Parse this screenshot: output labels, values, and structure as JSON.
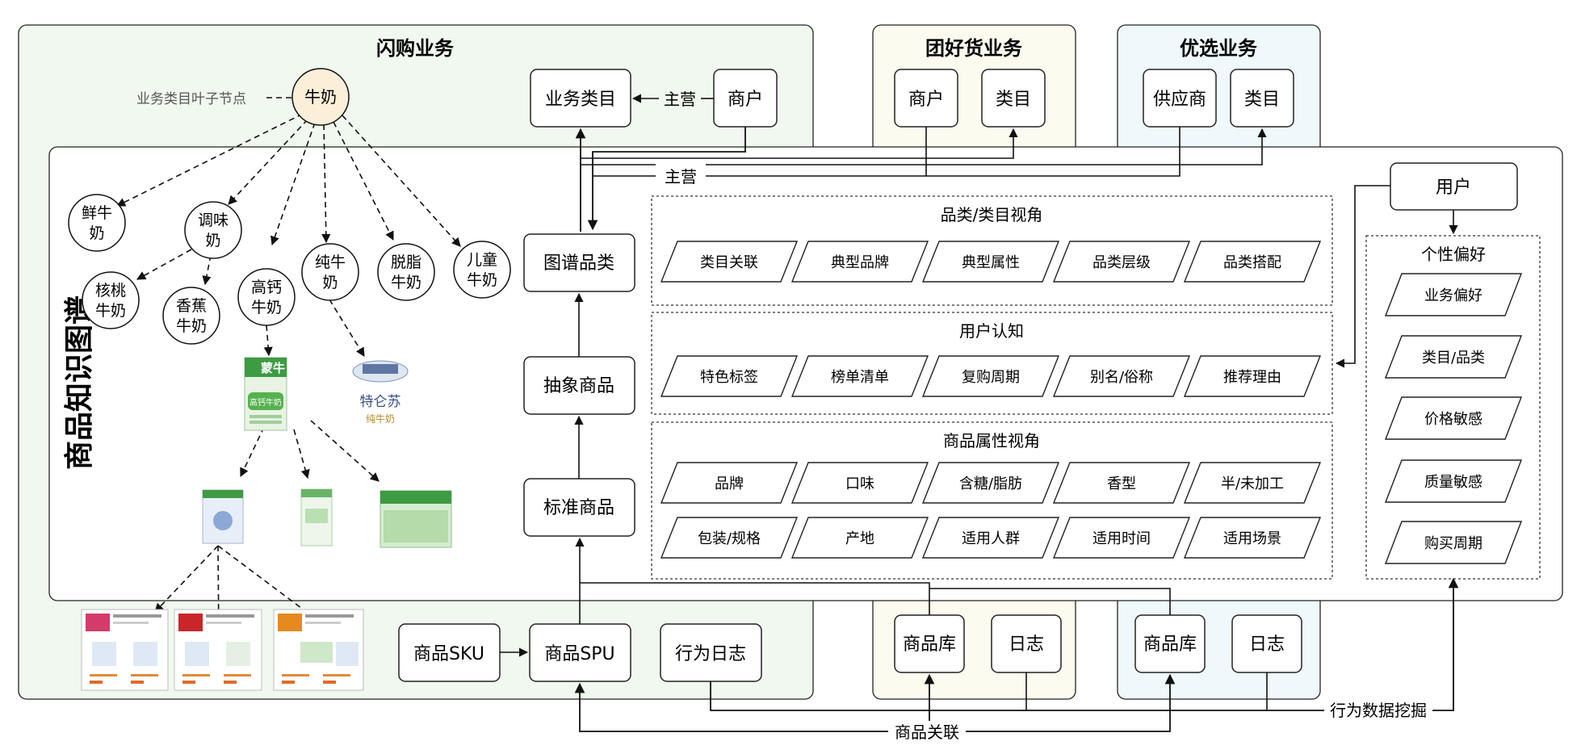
{
  "sections": {
    "flash": "闪购业务",
    "tuanhao": "团好货业务",
    "youxuan": "优选业务"
  },
  "kg_title": "商品知识图谱",
  "leaf_label": "业务类目叶子节点",
  "root_node": "牛奶",
  "milk_nodes": {
    "xian": [
      "鲜牛",
      "奶"
    ],
    "tiaowei": [
      "调味",
      "奶"
    ],
    "hetao": [
      "核桃",
      "牛奶"
    ],
    "xiangjiao": [
      "香蕉",
      "牛奶"
    ],
    "gaogai": [
      "高钙",
      "牛奶"
    ],
    "chun": [
      "纯牛",
      "奶"
    ],
    "tuozhi": [
      "脱脂",
      "牛奶"
    ],
    "ertong": [
      "儿童",
      "牛奶"
    ]
  },
  "brands": {
    "mengniu": "蒙牛",
    "gaogai_pack": "高钙牛奶",
    "telunsu": "特仑苏",
    "telunsu_sub": "纯牛奶"
  },
  "flash_top": {
    "business_category": "业务类目",
    "zhuying": "主营",
    "merchant": "商户"
  },
  "tuanhao_top": {
    "merchant": "商户",
    "category": "类目"
  },
  "youxuan_top": {
    "supplier": "供应商",
    "category": "类目"
  },
  "zhuying_main": "主营",
  "hierarchy": {
    "graph_category": "图谱品类",
    "abstract": "抽象商品",
    "standard": "标准商品"
  },
  "bottom": {
    "sku": "商品SKU",
    "spu": "商品SPU",
    "behavior_log": "行为日志",
    "tuanhao_lib": "商品库",
    "tuanhao_log": "日志",
    "youxuan_lib": "商品库",
    "youxuan_log": "日志",
    "product_link": "商品关联",
    "behavior_mining": "行为数据挖掘"
  },
  "views": {
    "category": {
      "title": "品类/类目视角",
      "items": [
        "类目关联",
        "典型品牌",
        "典型属性",
        "品类层级",
        "品类搭配"
      ]
    },
    "user_cognition": {
      "title": "用户认知",
      "items": [
        "特色标签",
        "榜单清单",
        "复购周期",
        "别名/俗称",
        "推荐理由"
      ]
    },
    "attributes": {
      "title": "商品属性视角",
      "row1": [
        "品牌",
        "口味",
        "含糖/脂肪",
        "香型",
        "半/未加工"
      ],
      "row2": [
        "包装/规格",
        "产地",
        "适用人群",
        "适用时间",
        "适用场景"
      ]
    }
  },
  "user": {
    "title": "用户",
    "pref_title": "个性偏好",
    "prefs": [
      "业务偏好",
      "类目/品类",
      "价格敏感",
      "质量敏感",
      "购买周期"
    ]
  },
  "colors": {
    "flash_bg": "#f1f8ef",
    "tuanhao_bg": "#fbfbef",
    "youxuan_bg": "#eff8fa",
    "root_fill": "#fcefd9",
    "accent_green": "#3a9a3e"
  }
}
